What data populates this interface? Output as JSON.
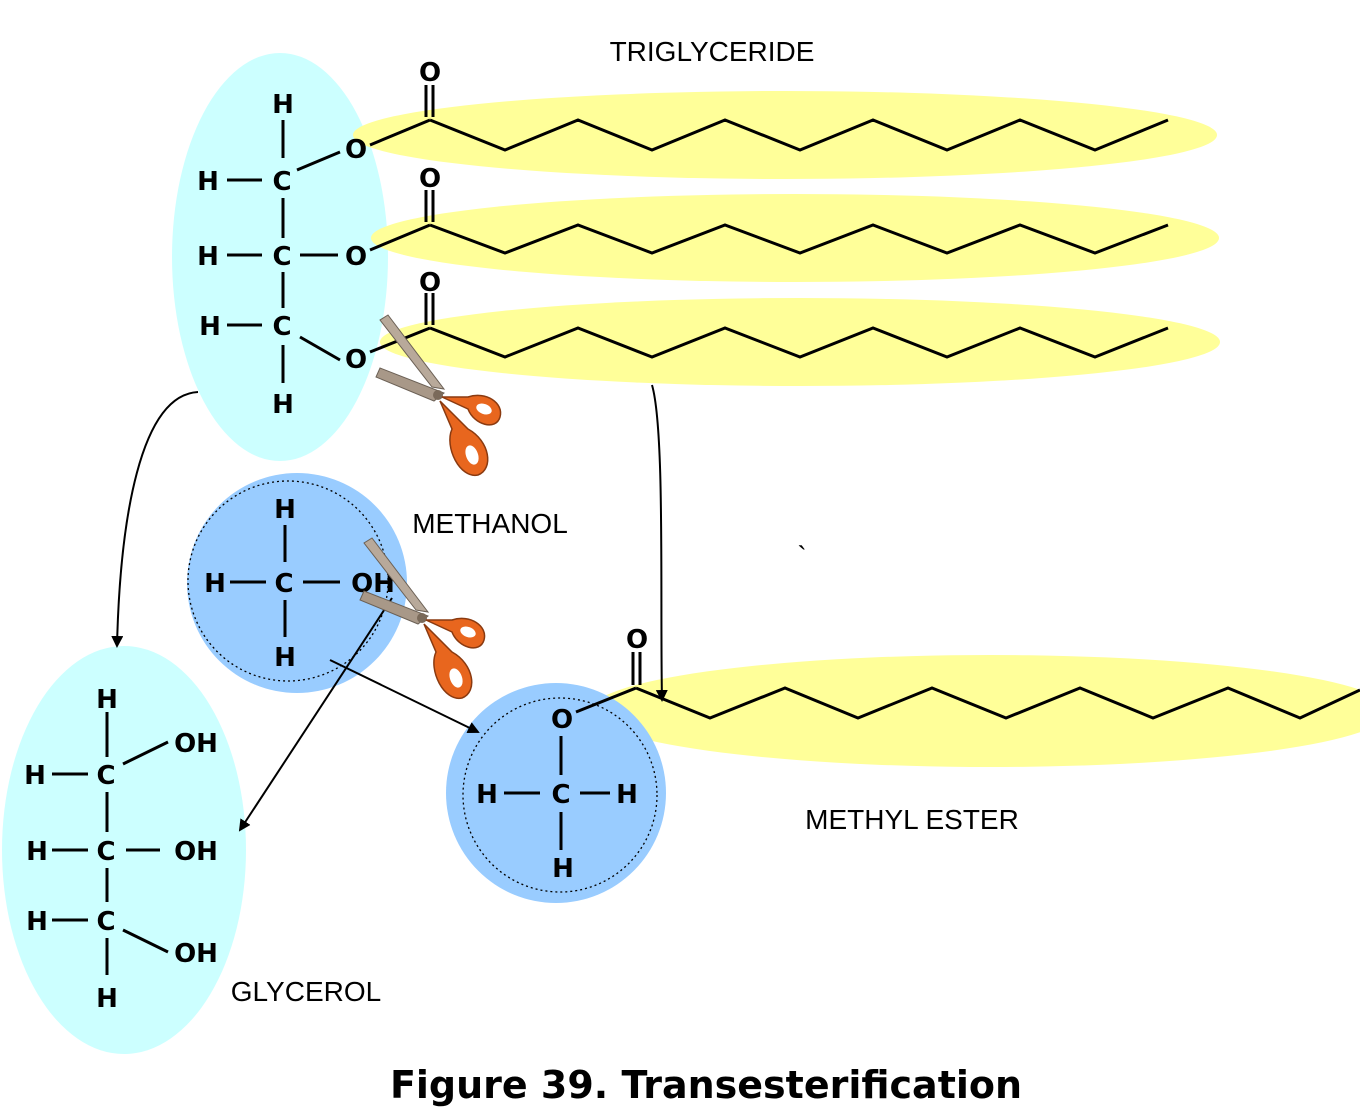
{
  "labels": {
    "triglyceride": "TRIGLYCERIDE",
    "methanol": "METHANOL",
    "glycerol": "GLYCEROL",
    "methyl_ester": "METHYL ESTER",
    "stray_mark": "`"
  },
  "caption": "Figure 39. Transesterification",
  "atoms": {
    "H": "H",
    "C": "C",
    "O": "O",
    "OH": "OH"
  },
  "colors": {
    "glycerol_backbone": "#ccffff",
    "fatty_acid_chain": "#ffff99",
    "methanol": "#99ccff",
    "scissors_blade": "#b8a99a",
    "scissors_handle": "#e8661e"
  },
  "icons": [
    "scissors-icon",
    "scissors-icon"
  ]
}
